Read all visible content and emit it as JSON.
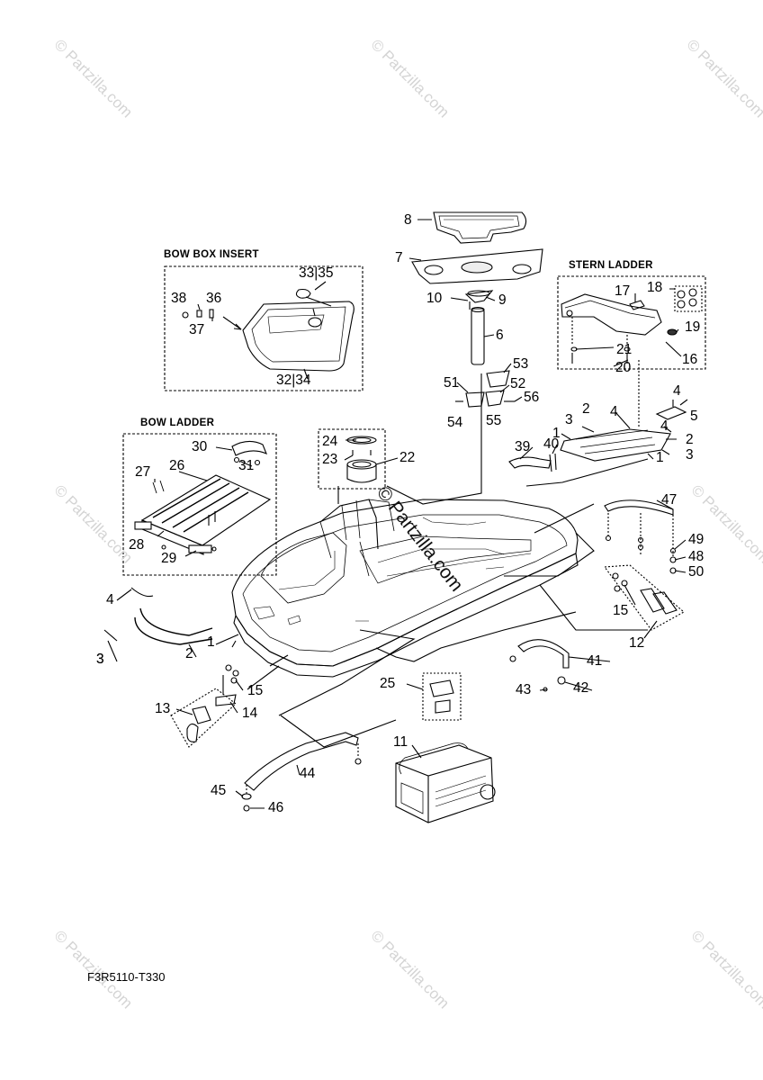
{
  "watermarks": [
    "© Partzilla.com",
    "© Partzilla.com",
    "© Partzilla.com",
    "© Partzilla.com",
    "© Partzilla.com",
    "© Partzilla.com",
    "© Partzilla.com",
    "© Partzilla.com"
  ],
  "center_watermark": "© Partzilla.com",
  "sections": {
    "bow_box_insert": "BOW BOX INSERT",
    "stern_ladder": "STERN LADDER",
    "bow_ladder": "BOW LADDER"
  },
  "diagram_code": "F3R5110-T330",
  "callouts": [
    "8",
    "7",
    "10",
    "9",
    "6",
    "53",
    "51",
    "52",
    "56",
    "54",
    "55",
    "39",
    "40",
    "33|35",
    "38",
    "36",
    "37",
    "32|34",
    "17",
    "18",
    "19",
    "21",
    "20",
    "16",
    "4",
    "5",
    "2",
    "3",
    "4",
    "4",
    "2",
    "1",
    "1",
    "3",
    "3",
    "30",
    "31",
    "27",
    "26",
    "28",
    "29",
    "24",
    "23",
    "22",
    "47",
    "49",
    "48",
    "50",
    "15",
    "12",
    "41",
    "43",
    "42",
    "25",
    "4",
    "3",
    "2",
    "1",
    "15",
    "14",
    "13",
    "11",
    "44",
    "45",
    "46"
  ]
}
